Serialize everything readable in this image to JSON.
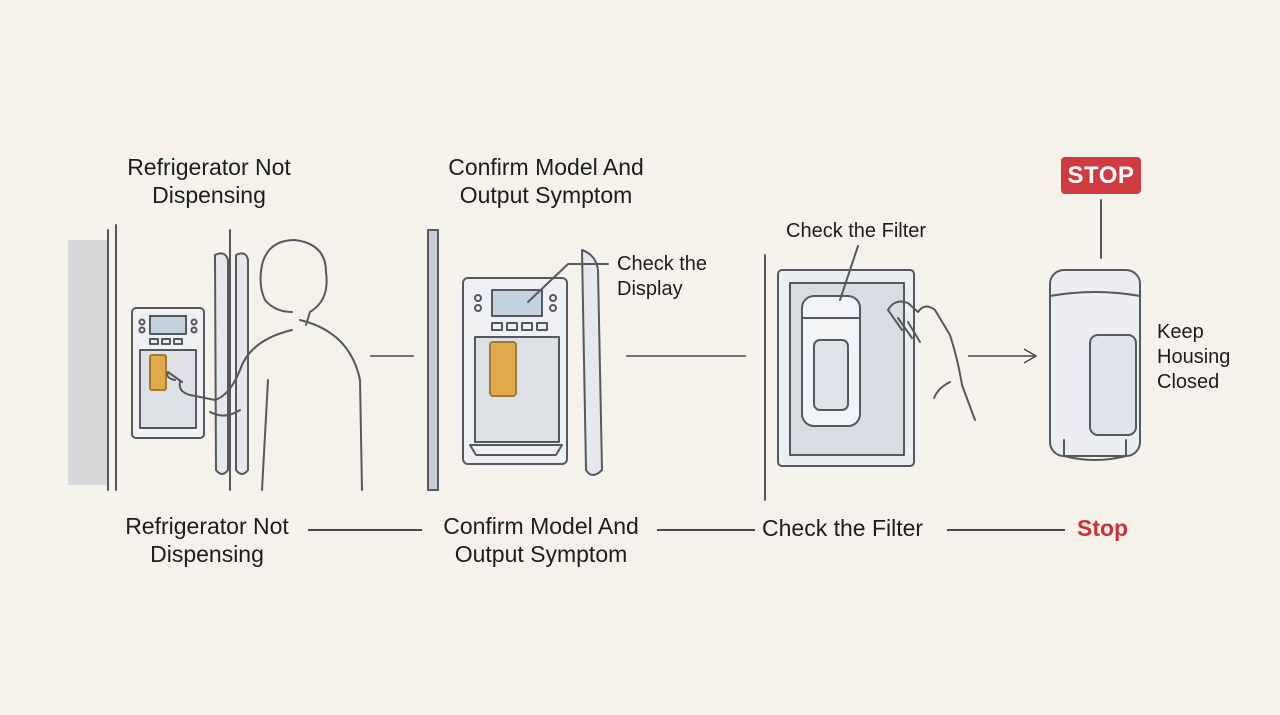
{
  "steps": [
    {
      "title_lines": [
        "Refrigerator Not",
        "Dispensing"
      ]
    },
    {
      "title_lines": [
        "Confirm Model And",
        "Output Symptom"
      ],
      "callout_lines": [
        "Check the",
        "Display"
      ]
    },
    {
      "title": "Check the Filter"
    },
    {
      "sign": "STOP",
      "note_lines": [
        "Keep",
        "Housing",
        "Closed"
      ]
    }
  ],
  "flow": [
    {
      "lines": [
        "Refrigerator Not",
        "Dispensing"
      ]
    },
    {
      "lines": [
        "Confirm Model And",
        "Output Symptom"
      ]
    },
    {
      "lines": [
        "Check the Filter"
      ]
    },
    {
      "lines": [
        "Stop"
      ]
    }
  ],
  "colors": {
    "accent": "#cf3b3f",
    "cartridge": "#e0a94c",
    "background": "#f4f2ea"
  }
}
